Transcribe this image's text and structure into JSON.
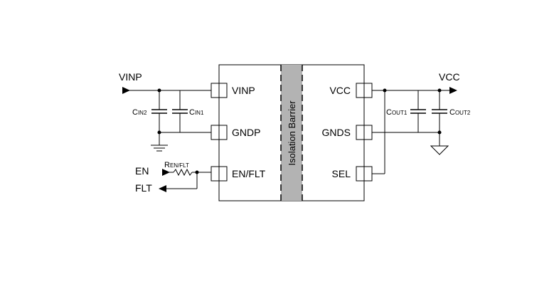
{
  "diagram": {
    "ext": {
      "vinp": "VINP",
      "vcc": "VCC",
      "en": "EN",
      "flt": "FLT"
    },
    "pins": {
      "vinp": "VINP",
      "gndp": "GNDP",
      "en_flt": "EN/FLT",
      "vcc": "VCC",
      "gnds": "GNDS",
      "sel": "SEL"
    },
    "barrier": "Isolation Barrier",
    "caps": {
      "cin2": {
        "main": "C",
        "sub": "IN2"
      },
      "cin1": {
        "main": "C",
        "sub": "IN1"
      },
      "cout1": {
        "main": "C",
        "sub": "OUT1"
      },
      "cout2": {
        "main": "C",
        "sub": "OUT2"
      }
    },
    "resistor": {
      "main": "R",
      "sub": "EN/FLT"
    }
  }
}
